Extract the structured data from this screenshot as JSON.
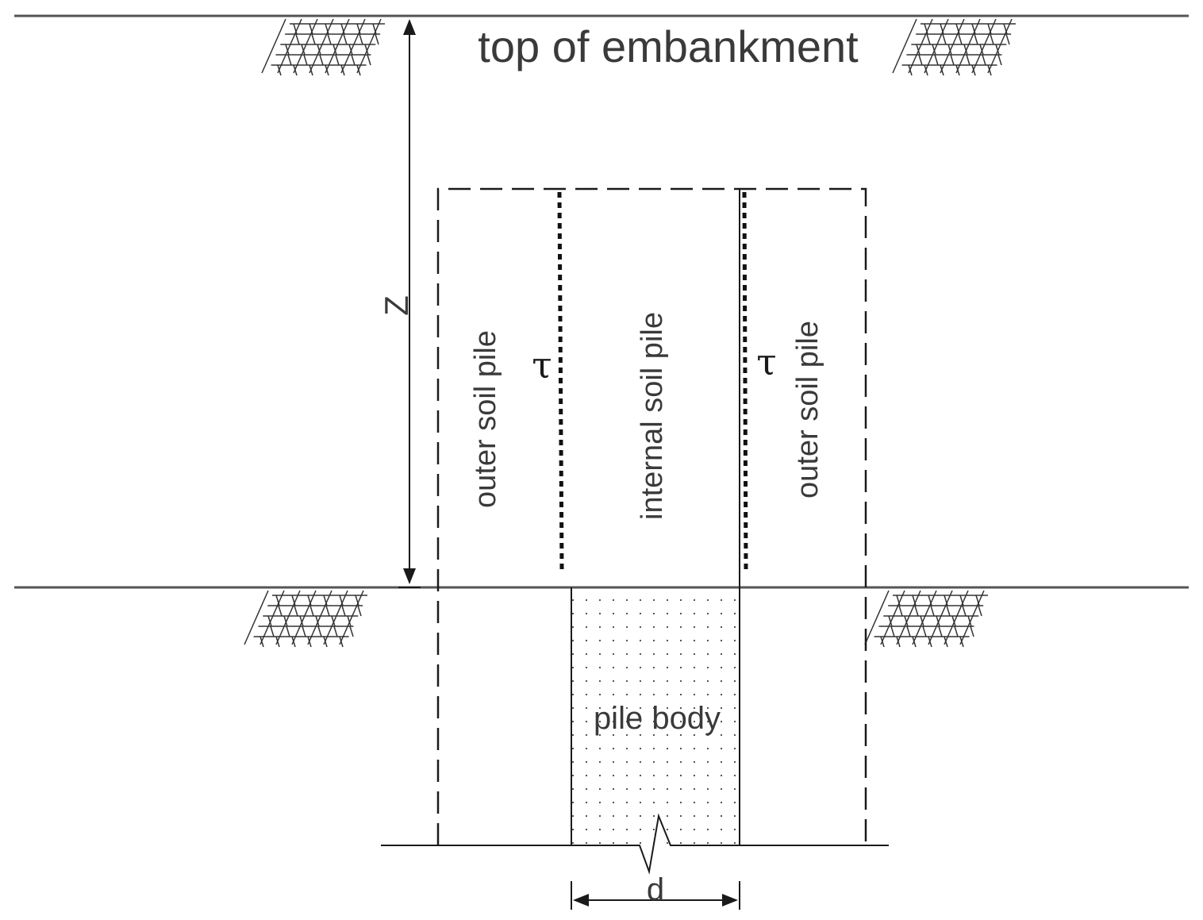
{
  "labels": {
    "top": "top of embankment",
    "outer_left": "outer soil pile",
    "internal": "internal soil pile",
    "outer_right": "outer soil pile",
    "pile_body": "pile body",
    "shear_left": "τ",
    "shear_right": "τ",
    "depth": "Z",
    "diameter": "d"
  },
  "colors": {
    "line": "#1a1a1a",
    "ground_line": "#555555",
    "text": "#3a3a3a",
    "background": "#ffffff"
  },
  "icons": {
    "ground_hatch": "soil-hatch-icon",
    "break_mark": "break-line-icon"
  }
}
